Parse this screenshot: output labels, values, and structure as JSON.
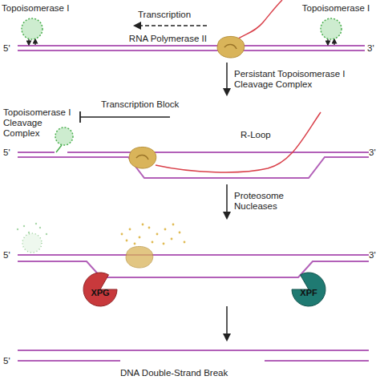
{
  "diagram": {
    "nodes": [
      {
        "text": [
          "Topoisomerase I"
        ]
      },
      {
        "text": [
          "Topoisomerase I"
        ]
      },
      {
        "text": [
          "RNA Polymerase II"
        ]
      },
      {
        "text": [
          "Topoisomerase I Cleavage Complex"
        ]
      },
      {
        "text": [
          "XPG"
        ]
      },
      {
        "text": [
          "XPF"
        ]
      }
    ],
    "labels": [
      "Transcription",
      "5'",
      "3'",
      "Persistant Topoisomerase I Cleavage Complex",
      "Transcription Block",
      "R-Loop",
      "5'",
      "3'",
      "Proteosome Nucleases",
      "5'",
      "3'",
      "5'",
      "DNA Double-Strand Break"
    ]
  }
}
